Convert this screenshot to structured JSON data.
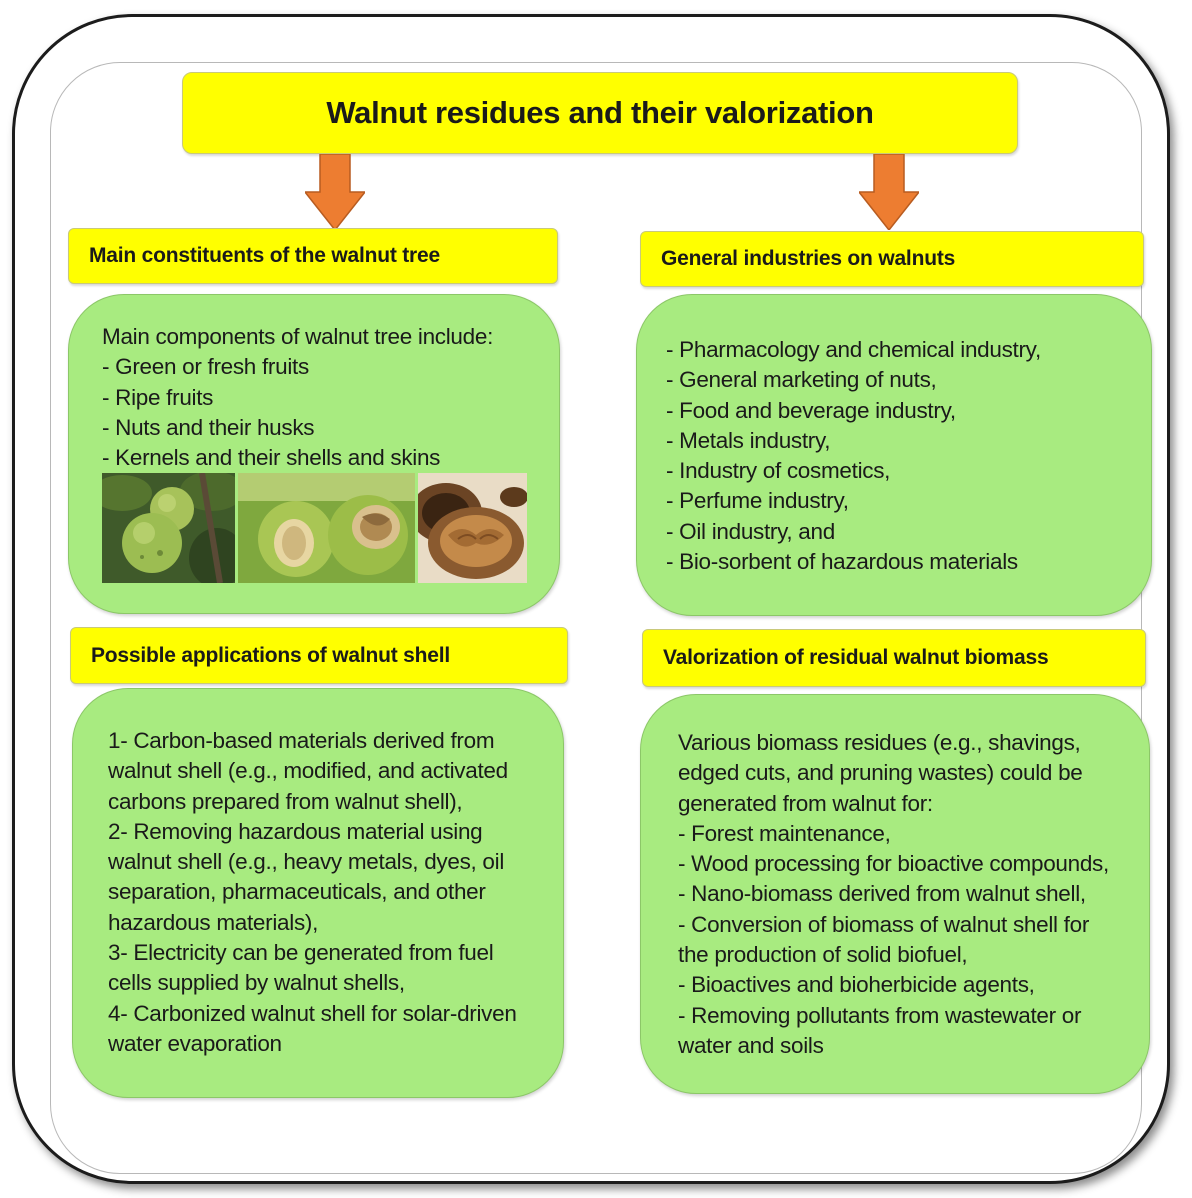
{
  "title": "Walnut residues and their valorization",
  "colors": {
    "banner": "#ffff00",
    "panel": "#a8eb80",
    "arrow": "#ed7d31"
  },
  "sections": {
    "constituents": {
      "heading": "Main constituents of the walnut tree",
      "lines": [
        "Main components of walnut tree include:",
        "- Green or fresh fruits",
        "- Ripe fruits",
        "- Nuts and their husks",
        "- Kernels and their shells and skins"
      ],
      "images": [
        "green-walnut-fruits-photo",
        "split-green-husk-photo",
        "walnut-kernel-shell-photo"
      ]
    },
    "industries": {
      "heading": "General industries on walnuts",
      "lines": [
        "- Pharmacology and chemical industry,",
        "- General marketing of nuts,",
        "- Food and beverage industry,",
        "- Metals industry,",
        "- Industry of cosmetics,",
        "- Perfume industry,",
        "- Oil industry, and",
        "- Bio-sorbent of hazardous materials"
      ]
    },
    "applications": {
      "heading": "Possible applications of walnut shell",
      "lines": [
        "1- Carbon-based materials derived from",
        "walnut shell (e.g., modified, and activated",
        "carbons prepared from walnut shell),",
        "2- Removing hazardous material using",
        "walnut shell (e.g., heavy metals, dyes, oil",
        "separation, pharmaceuticals, and other",
        "hazardous materials),",
        "3- Electricity can be generated from fuel",
        "cells supplied by walnut shells,",
        "4- Carbonized walnut shell for solar-driven",
        "water evaporation"
      ]
    },
    "biomass": {
      "heading": "Valorization of residual walnut biomass",
      "lines": [
        "Various biomass residues (e.g., shavings,",
        "edged cuts, and pruning wastes) could be",
        "generated from walnut for:",
        "- Forest maintenance,",
        "- Wood processing for bioactive compounds,",
        "- Nano-biomass derived from walnut shell,",
        "- Conversion of biomass of walnut shell for",
        "the production of solid biofuel,",
        "- Bioactives and bioherbicide agents,",
        "- Removing pollutants from wastewater or",
        "water and soils"
      ]
    }
  }
}
